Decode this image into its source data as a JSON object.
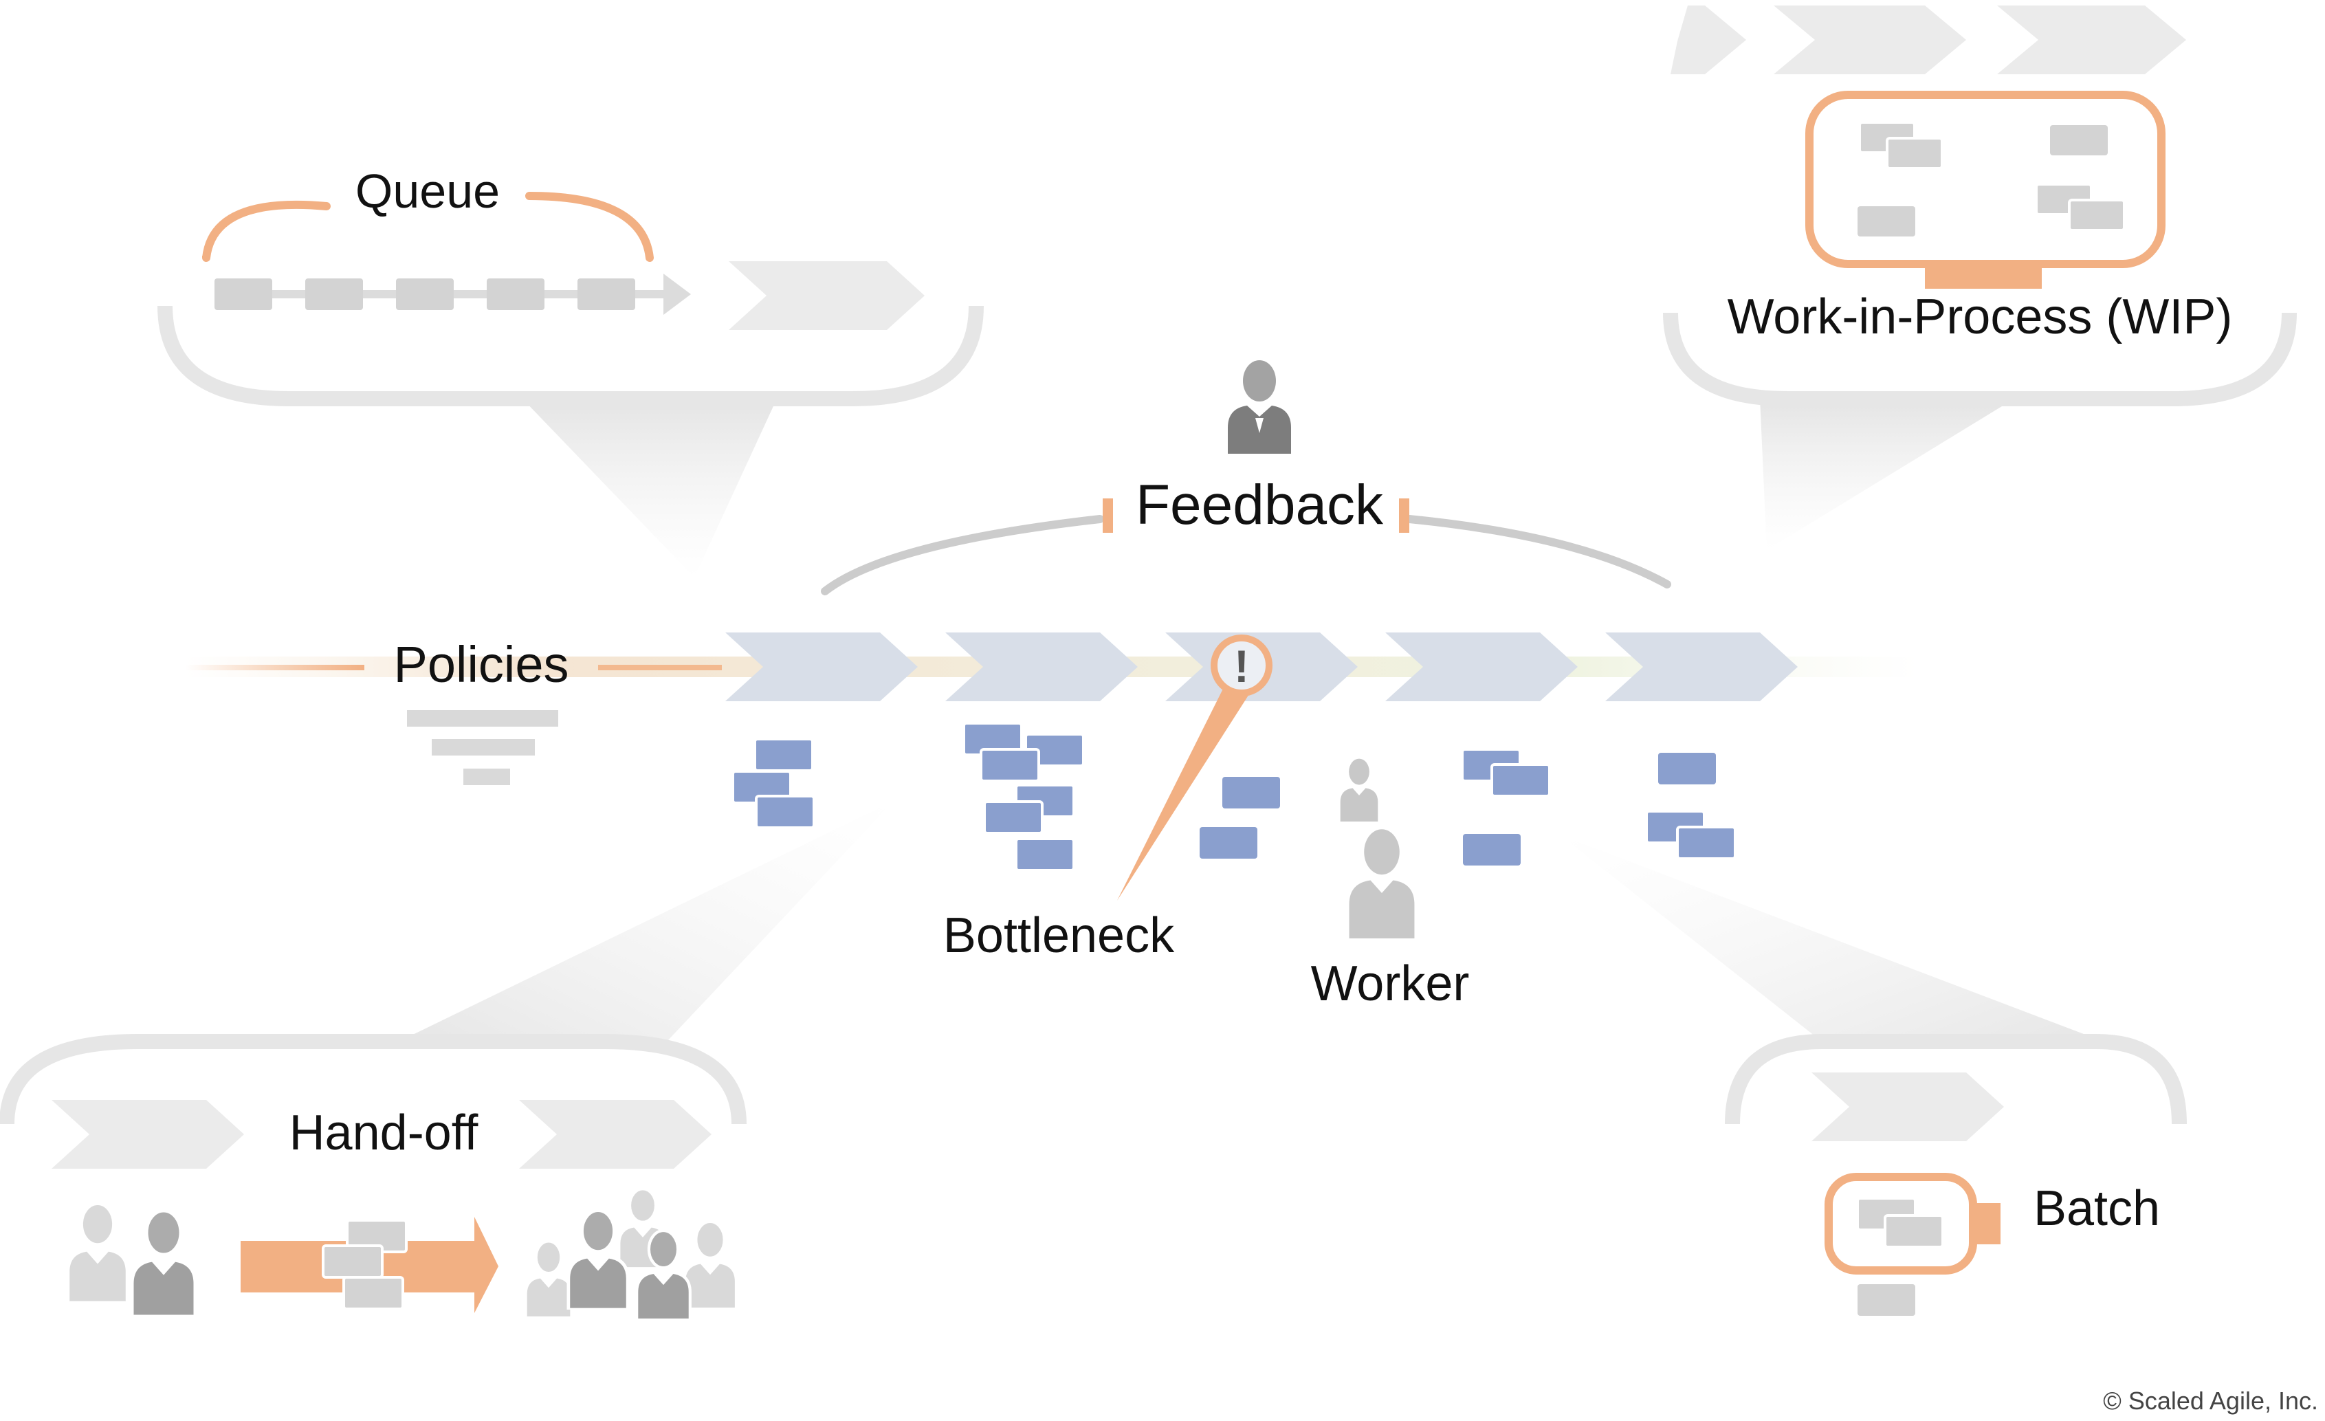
{
  "labels": {
    "queue": "Queue",
    "wip": "Work-in-Process (WIP)",
    "feedback": "Feedback",
    "policies": "Policies",
    "bottleneck": "Bottleneck",
    "worker": "Worker",
    "handoff": "Hand-off",
    "batch": "Batch",
    "alert_mark": "!"
  },
  "copyright": "© Scaled Agile, Inc.",
  "colors": {
    "accent_orange": "#F2B083",
    "chevron_gray": "#EBEBEB",
    "flow_chevron": "#D8DEE8",
    "work_item_blue": "#8A9FCE",
    "work_item_gray": "#D3D3D3",
    "callout_gray": "#E2E2E2",
    "person_gray": "#A3A3A3"
  },
  "icons": {
    "manager": "manager-person-icon",
    "worker": "worker-person-icon",
    "alert": "alert-exclamation-icon",
    "people": "person-icon"
  }
}
